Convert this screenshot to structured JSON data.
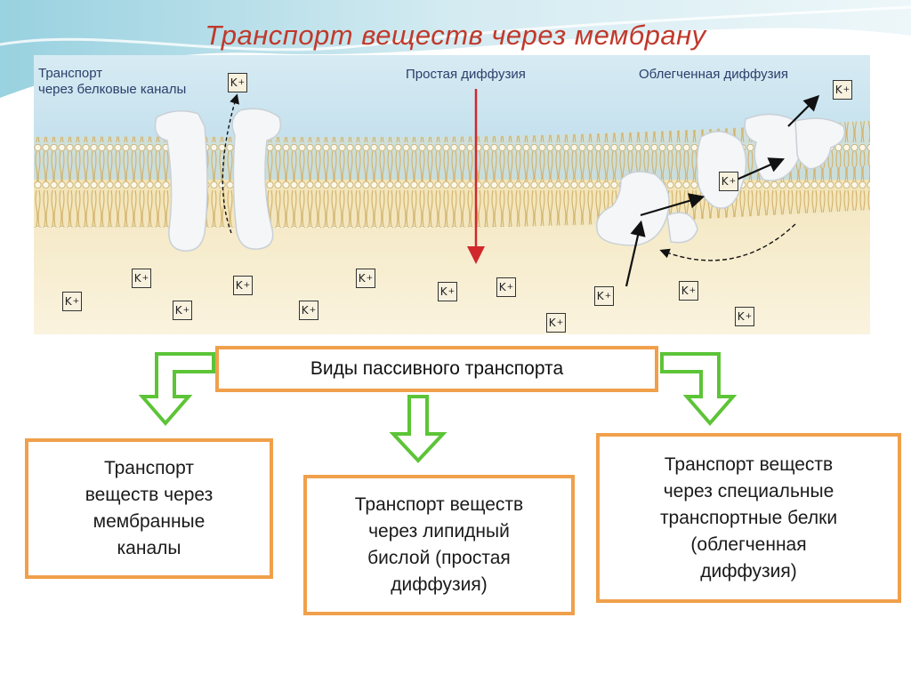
{
  "title": "Транспорт веществ через мембрану",
  "figure": {
    "label_channels": "Транспорт\nчерез белковые каналы",
    "label_simple": "Простая диффузия",
    "label_facilitated": "Облегченная диффузия",
    "ion_label": "K",
    "ion_charge": "+"
  },
  "header": "Виды пассивного транспорта",
  "boxes": [
    {
      "text": "Транспорт\nвеществ через\nмембранные\nканалы"
    },
    {
      "text": "Транспорт веществ\nчерез липидный\nбислой (простая\nдиффузия)"
    },
    {
      "text": "Транспорт веществ\nчерез специальные\nтранспортные белки\n(облегченная\nдиффузия)"
    }
  ],
  "colors": {
    "title": "#c0392b",
    "box_border": "#f0a04b",
    "arrow_green": "#5cc437",
    "red_arrow": "#d0282c"
  }
}
